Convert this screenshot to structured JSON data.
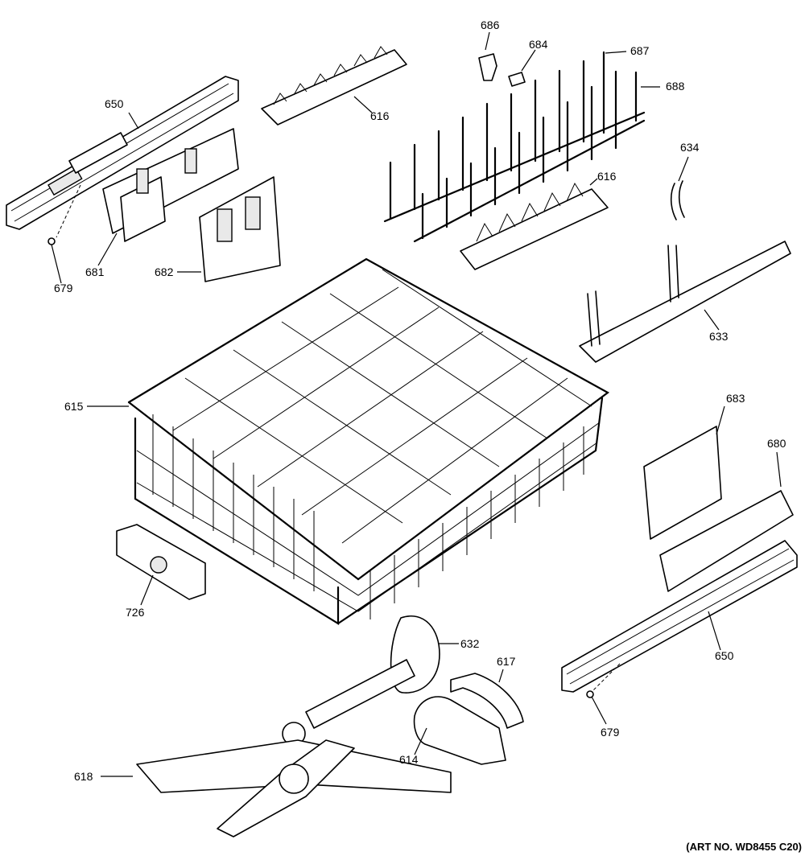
{
  "callouts": {
    "c650a": "650",
    "c616a": "616",
    "c686": "686",
    "c684": "684",
    "c687": "687",
    "c688": "688",
    "c634": "634",
    "c616b": "616",
    "c679a": "679",
    "c681": "681",
    "c682": "682",
    "c633": "633",
    "c615": "615",
    "c683": "683",
    "c680": "680",
    "c726": "726",
    "c632": "632",
    "c617": "617",
    "c650b": "650",
    "c614": "614",
    "c679b": "679",
    "c618": "618"
  },
  "art_number": "(ART NO. WD8455 C20)"
}
